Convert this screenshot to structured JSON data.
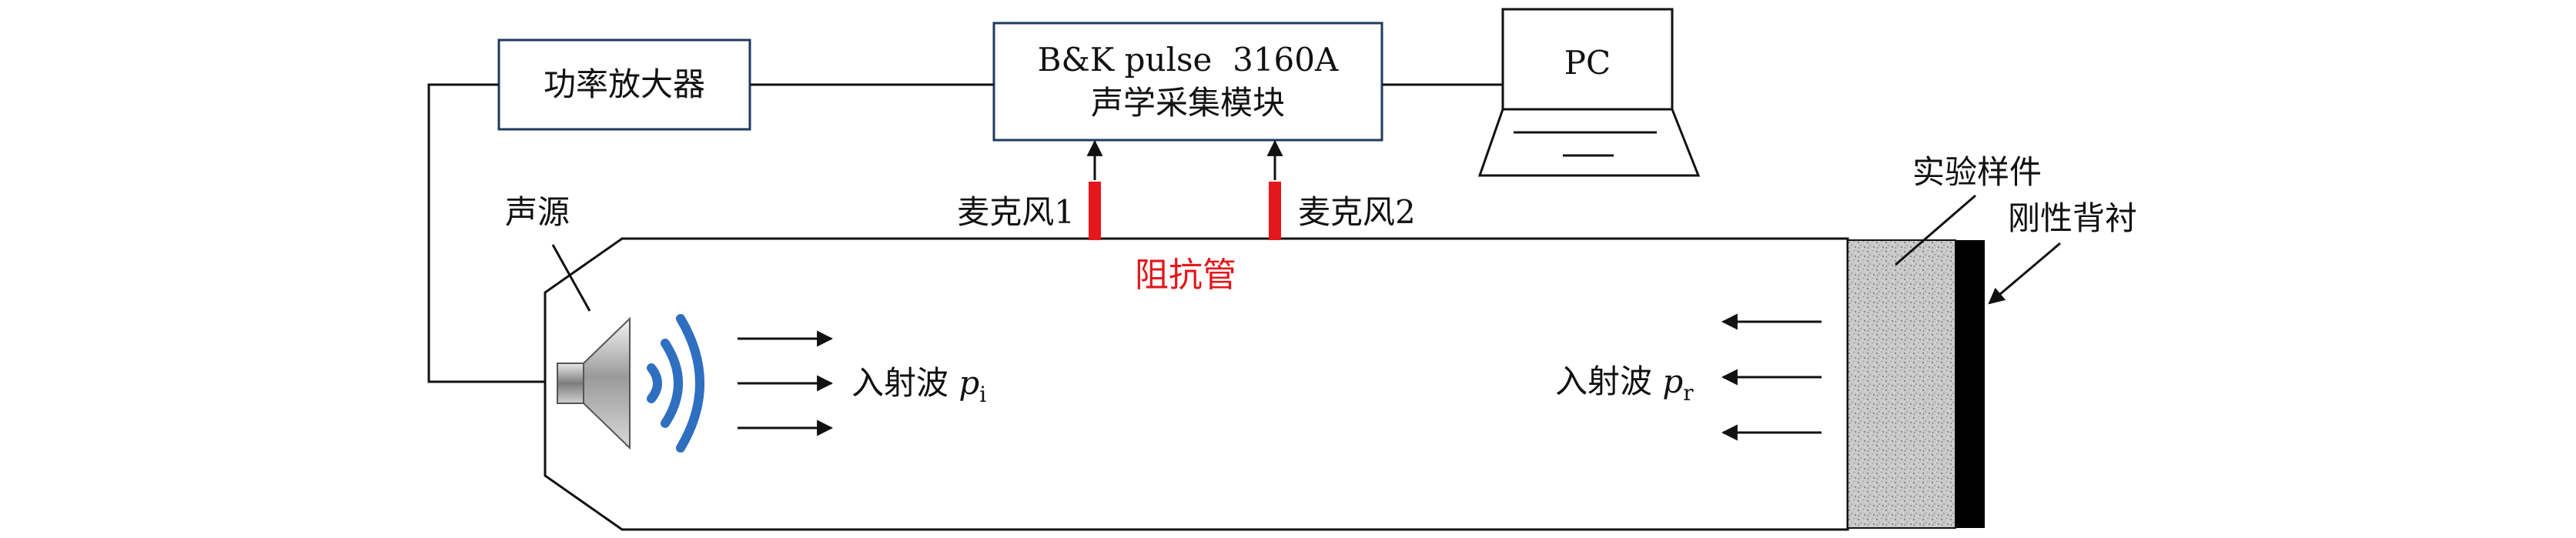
{
  "boxes": {
    "amplifier": "功率放大器",
    "module_line1": "B&K pulse  3160A",
    "module_line2": "声学采集模块",
    "pc": "PC"
  },
  "labels": {
    "source": "声源",
    "mic1": "麦克风1",
    "mic2": "麦克风2",
    "tube": "阻抗管",
    "sample": "实验样件",
    "backing": "刚性背衬",
    "incident_text": "入射波 ",
    "incident_sub": "p",
    "incident_subscript": "i",
    "reflected_text": "入射波 ",
    "reflected_sub": "p",
    "reflected_subscript": "r"
  },
  "colors": {
    "stroke": "#111111",
    "mic_red": "#e3171c",
    "box_border": "#1f3a60",
    "speaker_blue": "#2f6fc0",
    "backing": "#000000"
  }
}
